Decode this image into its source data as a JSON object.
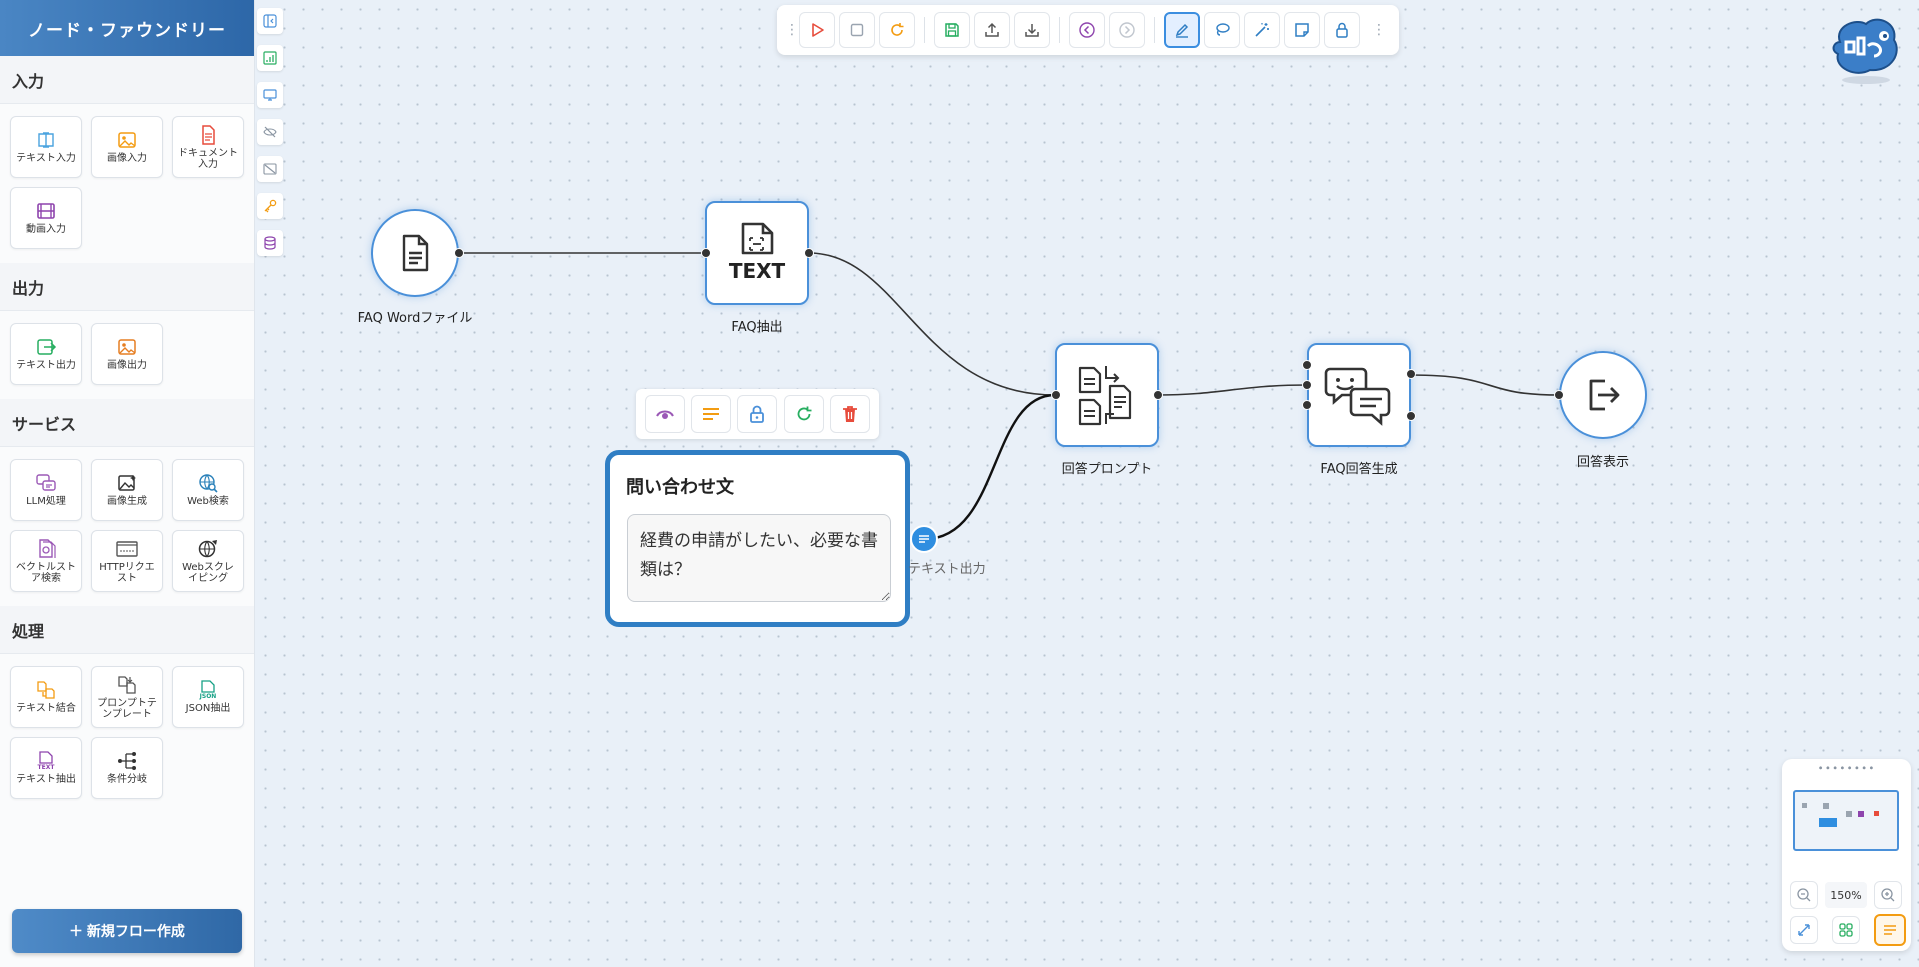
{
  "sidebar": {
    "title": "ノード・ファウンドリー",
    "sections": [
      {
        "title": "入力",
        "items": [
          {
            "label": "テキスト入力",
            "icon": "text-input-icon",
            "color": "#4aa3df"
          },
          {
            "label": "画像入力",
            "icon": "image-input-icon",
            "color": "#f39c12"
          },
          {
            "label": "ドキュメント入力",
            "icon": "document-input-icon",
            "color": "#e74c3c"
          },
          {
            "label": "動画入力",
            "icon": "video-input-icon",
            "color": "#8e44ad"
          }
        ]
      },
      {
        "title": "出力",
        "items": [
          {
            "label": "テキスト出力",
            "icon": "text-output-icon",
            "color": "#27ae60"
          },
          {
            "label": "画像出力",
            "icon": "image-output-icon",
            "color": "#e67e22"
          }
        ]
      },
      {
        "title": "サービス",
        "items": [
          {
            "label": "LLM処理",
            "icon": "llm-icon",
            "color": "#9b59b6"
          },
          {
            "label": "画像生成",
            "icon": "image-generation-icon",
            "color": "#333333"
          },
          {
            "label": "Web検索",
            "icon": "web-search-icon",
            "color": "#2980b9"
          },
          {
            "label": "ベクトルストア検索",
            "icon": "vector-store-icon",
            "color": "#9b59b6"
          },
          {
            "label": "HTTPリクエスト",
            "icon": "http-request-icon",
            "color": "#555555"
          },
          {
            "label": "Webスクレイピング",
            "icon": "web-scraping-icon",
            "color": "#333333"
          }
        ]
      },
      {
        "title": "処理",
        "items": [
          {
            "label": "テキスト結合",
            "icon": "text-merge-icon",
            "color": "#f39c12"
          },
          {
            "label": "プロンプトテンプレート",
            "icon": "prompt-template-icon",
            "color": "#555555"
          },
          {
            "label": "JSON抽出",
            "icon": "json-extract-icon",
            "color": "#16a085"
          },
          {
            "label": "テキスト抽出",
            "icon": "text-extract-icon",
            "color": "#8e44ad"
          },
          {
            "label": "条件分岐",
            "icon": "branch-icon",
            "color": "#333333"
          }
        ]
      }
    ],
    "new_flow_label": "＋ 新規フロー作成"
  },
  "nodes": {
    "faq_word": {
      "label": "FAQ Wordファイル"
    },
    "faq_extract": {
      "label": "FAQ抽出",
      "icon_text": "TEXT"
    },
    "answer_prompt": {
      "label": "回答プロンプト"
    },
    "faq_answer": {
      "label": "FAQ回答生成"
    },
    "answer_display": {
      "label": "回答表示"
    }
  },
  "input_card": {
    "title": "問い合わせ文",
    "text": "経費の申請がしたい、必要な書類は？",
    "output_label": "テキスト出力"
  },
  "minimap": {
    "zoom": "150%",
    "grip": "∙∙∙∙∙∙∙∙"
  },
  "colors": {
    "accent": "#4a90d9",
    "brand": "#2d67a8"
  }
}
